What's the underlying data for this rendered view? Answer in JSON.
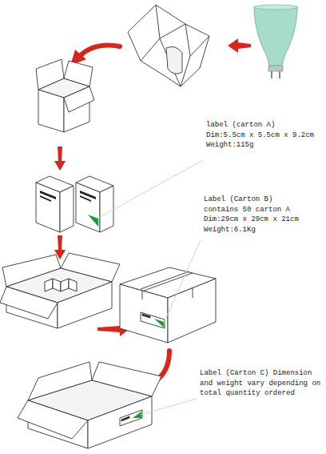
{
  "diagram": {
    "labels": [
      "label (carton A) Dim:5.5cm x 5.5cm x 9.2cm Weight:115g",
      "Label (Carton B) contains 50 carton A Dim:29cm x 29cm x 21cm Weight:6.1Kg",
      "Label (Carton C) Dimension and weight vary depending on total quantity ordered"
    ]
  }
}
